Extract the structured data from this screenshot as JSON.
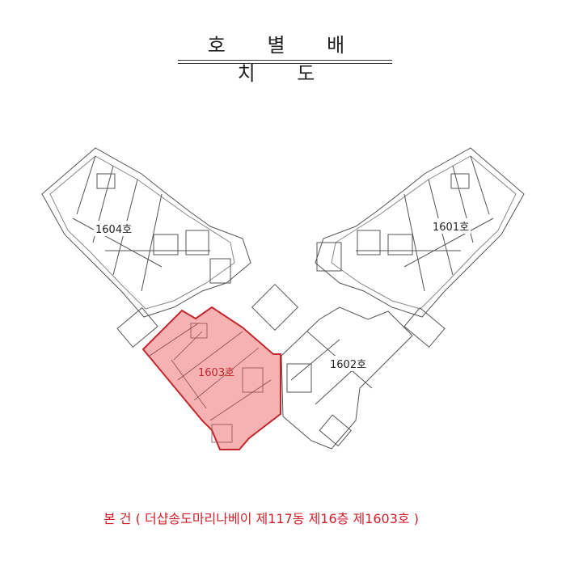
{
  "title": "호 별 배 치 도",
  "units": [
    {
      "label": "1604호",
      "highlighted": false
    },
    {
      "label": "1601호",
      "highlighted": false
    },
    {
      "label": "1603호",
      "highlighted": true
    },
    {
      "label": "1602호",
      "highlighted": false
    }
  ],
  "caption": "본 건 ( 더샵송도마리나베이 제117동 제16층 제1603호 )",
  "colors": {
    "highlight_fill": "#f4a3a6",
    "highlight_stroke": "#c0282d",
    "caption": "#d0202a"
  }
}
